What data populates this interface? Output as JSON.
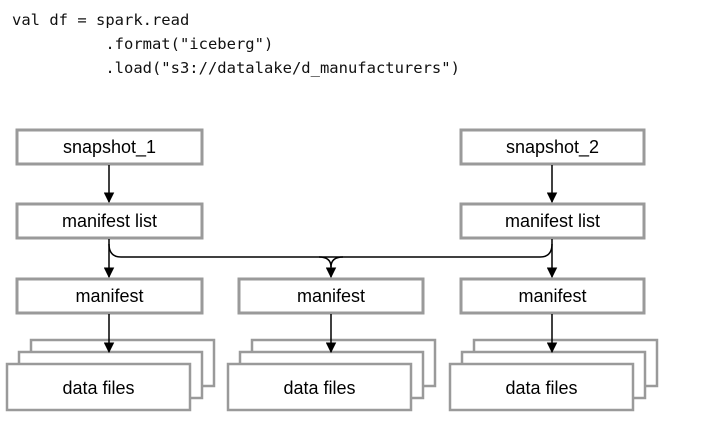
{
  "code": {
    "lines": [
      "val df = spark.read",
      "          .format(\"iceberg\")",
      "          .load(\"s3://datalake/d_manufacturers\")"
    ]
  },
  "diagram": {
    "snapshot_1": "snapshot_1",
    "snapshot_2": "snapshot_2",
    "manifest_list_1": "manifest list",
    "manifest_list_2": "manifest list",
    "manifest_1": "manifest",
    "manifest_2": "manifest",
    "manifest_3": "manifest",
    "data_files_1": "data files",
    "data_files_2": "data files",
    "data_files_3": "data files"
  }
}
